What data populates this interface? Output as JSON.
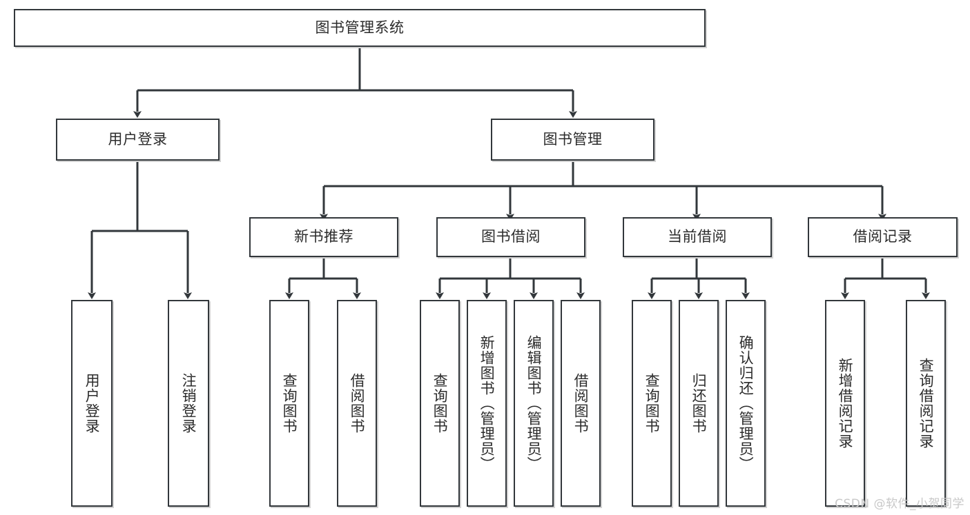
{
  "diagram": {
    "title": "图书管理系统",
    "type": "tree-hierarchy-diagram",
    "colors": {
      "border": "#32373b",
      "fill": "#ffffff",
      "shadow": "#d2d2d2",
      "text": "#2b2b2b",
      "watermark": "#c8c8c8"
    },
    "levels": {
      "root": {
        "label": "图书管理系统"
      },
      "level1": [
        {
          "label": "用户登录"
        },
        {
          "label": "图书管理"
        }
      ],
      "level2": [
        {
          "label": "新书推荐"
        },
        {
          "label": "图书借阅"
        },
        {
          "label": "当前借阅"
        },
        {
          "label": "借阅记录"
        }
      ],
      "leaves": {
        "user_login": [
          {
            "label": "用户登录"
          },
          {
            "label": "注销登录"
          }
        ],
        "new_book_recommend": [
          {
            "label": "查询图书"
          },
          {
            "label": "借阅图书"
          }
        ],
        "book_borrow": [
          {
            "label": "查询图书"
          },
          {
            "label": "新增图书（管理员）"
          },
          {
            "label": "编辑图书（管理员）"
          },
          {
            "label": "借阅图书"
          }
        ],
        "current_borrow": [
          {
            "label": "查询图书"
          },
          {
            "label": "归还图书"
          },
          {
            "label": "确认归还（管理员）"
          }
        ],
        "borrow_record": [
          {
            "label": "新增借阅记录"
          },
          {
            "label": "查询借阅记录"
          }
        ]
      }
    }
  },
  "watermark": {
    "text": "CSDN @软件_小贺同学"
  }
}
